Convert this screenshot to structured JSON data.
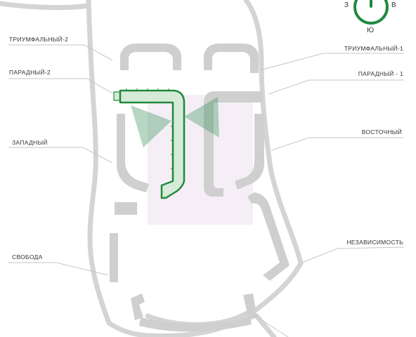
{
  "compass": {
    "west": "З",
    "east": "В",
    "south": "Ю",
    "ring_color": "#1f8a3c"
  },
  "labels": {
    "triumfalny_2": "ТРИУМФАЛЬНЫЙ-2",
    "paradny_2": "ПАРАДНЫЙ-2",
    "zapadny": "ЗАПАДНЫЙ",
    "svoboda": "СВОБОДА",
    "triumfalny_1": "ТРИУМФАЛЬНЫЙ-1",
    "paradny_1": "ПАРАДНЫЙ - 1",
    "vostochny": "ВОСТОЧНЫЙ",
    "nezavisimost": "НЕЗАВИСИМОСТЬ"
  },
  "colors": {
    "road": "#d4d4d4",
    "block": "#cfcfcf",
    "highlight_fill": "#d6ead8",
    "highlight_stroke": "#1f8a3c",
    "view_cone": "#2e8b50",
    "courtyard": "#f5eef7",
    "text": "#333333"
  },
  "icons": {
    "compass": "compass-icon",
    "view_cone": "view-cone-icon"
  }
}
